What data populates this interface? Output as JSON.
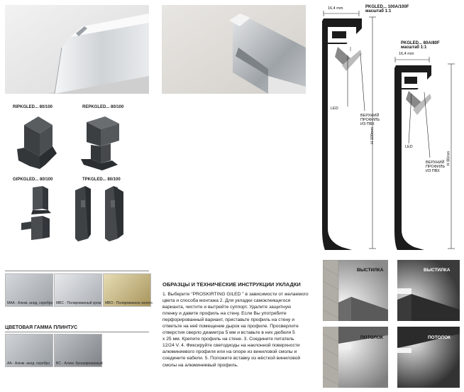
{
  "accessories": {
    "end_cap_label": "RIPKGLED... 80/100",
    "corner_label": "REPKGLED... 80/100",
    "connector_label": "GIPKGLED... 80/100",
    "end_caps_label": "TPKGLED... 80/100"
  },
  "drawing_large": {
    "width": "16,4 mm",
    "model": "PKGLED... 100A/100F",
    "scale": "масштаб 1:1",
    "led": "LED",
    "profile_line1": "ВЕРХНИЙ",
    "profile_line2": "ПРОФИЛЬ",
    "profile_line3": "ИЗ ПВХ",
    "height": "H 100mm"
  },
  "drawing_small": {
    "width": "16,4 mm",
    "model": "PKGLED... 80A/80F",
    "scale": "масштаб 1:1",
    "led": "LED",
    "profile_line1": "ВЕРХНИЙ",
    "profile_line2": "ПРОФИЛЬ",
    "profile_line3": "ИЗ ПВХ",
    "height": "H 80mm"
  },
  "finishes": {
    "swatches": [
      {
        "caption": "MAA - Алюм. анод. серебро",
        "color": "#b8bcc2"
      },
      {
        "caption": "MBC - Полированный хром",
        "color": "#c9ccd2"
      },
      {
        "caption": "MBO - Полированное золото",
        "color": "#c7b98a"
      }
    ],
    "title": "ЦВЕТОВАЯ ГАММА ПЛИНТУС",
    "bottom_swatches": [
      {
        "caption": "AA - Алюм. анод. серебро",
        "color": "#b3b7bd"
      },
      {
        "caption": "BC - Алюм. брошированный",
        "color": "#9fa3a8"
      }
    ]
  },
  "instructions": {
    "title": "ОБРАЗЦЫ И ТЕХНИЧЕСКИЕ ИНСТРУКЦИИ УКЛАДКИ",
    "lines": [
      "1. Выберите \"PROSKIRTING GILED \" в зависимости от желаемого",
      "цвета и способа монтажа 2. Для укладки самоклеящегося",
      "варианта, чистите и вытрейте суппорт. Удалите защитную",
      "пленку и давите профиль на стену. Если Вы употребите",
      "перфорированный вариант, приставьте профиль на стену и",
      "отметьте на неё помещение дырок на профиле. Просверлите",
      "отверстия сверло диаметра 5 мм и вставьте в них дюбеля 5",
      "x 25 мм. Крепите профиль на стене. 3. Соедините питатель",
      "12/24 V. 4. Фиксируйте светодиоды на наклонной поверхности",
      "алюминиевого профиля или на опоре из виниловой смолы и",
      "соедините кабели. 5. Положите вставку из жёсткой виниловой",
      "смолы на алюминиевый профиль."
    ]
  },
  "light_demo": {
    "top_left": "ВЫСТИЛКА",
    "top_right": "ВЫСТИЛКА",
    "bottom_left": "ПОТОЛОК",
    "bottom_right": "ПОТОЛОК"
  }
}
